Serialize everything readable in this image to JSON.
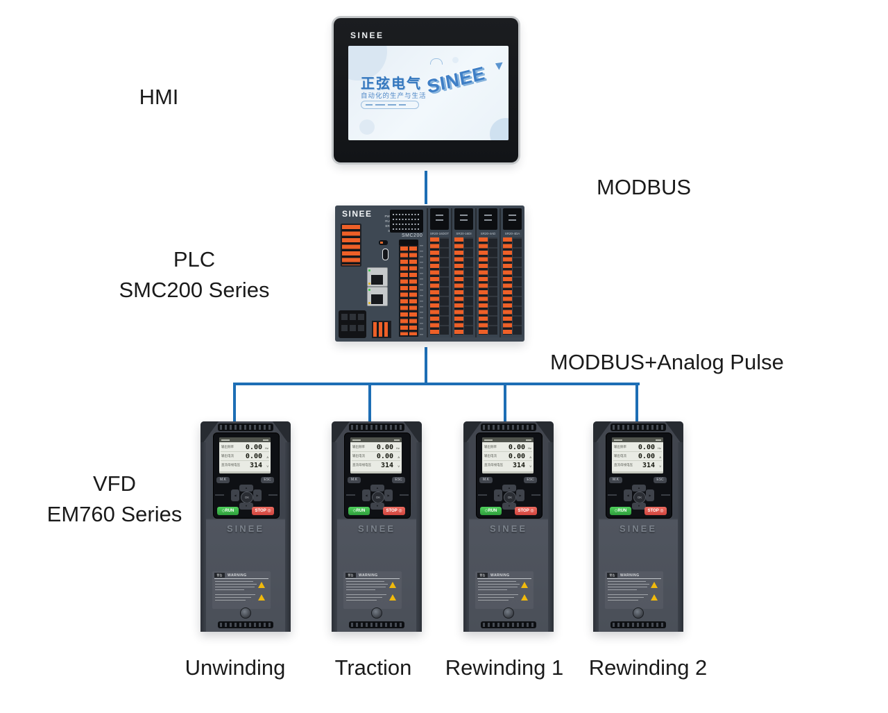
{
  "colors": {
    "connection_line": "#1d6eb5",
    "label_text": "#1a1a1a",
    "plc_terminal_orange": "#ee6028",
    "vfd_run_green": "#3fbf4e",
    "vfd_stop_red": "#e2574f",
    "hmi_accent_blue": "#3a7cc4"
  },
  "labels": {
    "hmi": "HMI",
    "modbus": "MODBUS",
    "plc_title": "PLC",
    "plc_series": "SMC200 Series",
    "modbus_analog_pulse": "MODBUS+Analog Pulse",
    "vfd_title": "VFD",
    "vfd_series": "EM760 Series"
  },
  "hmi": {
    "brand": "SINEE",
    "screen_title": "正弦电气",
    "screen_subtitle": "自动化的生产与生活",
    "screen_logo": "SINEE"
  },
  "plc": {
    "brand": "SINEE",
    "model": "SMC200",
    "status_leds": [
      "PWR",
      "RUN",
      "ERR",
      "SF"
    ],
    "modules": [
      "SR20-16DOT",
      "SR20-16DI",
      "SR20-4AD",
      "SR20-4DA"
    ]
  },
  "vfd": {
    "brand": "SINEE",
    "display_rows": [
      {
        "label": "输出频率",
        "value": "0.00",
        "unit": "Hz"
      },
      {
        "label": "输出电流",
        "value": "0.00",
        "unit": "A"
      },
      {
        "label": "直流母线电压",
        "value": "314",
        "unit": "V"
      }
    ],
    "keypad": {
      "mk": "M.K",
      "esc": "ESC",
      "ok": "OK",
      "up": "▲",
      "down": "▼",
      "left": "◀",
      "right": "▶",
      "run_icon": "◇",
      "run": "RUN",
      "stop": "STOP",
      "stop_icon": "◎"
    },
    "warning_badge": "警告",
    "warning_title": "WARNING"
  },
  "vfd_units": [
    {
      "name": "Unwinding"
    },
    {
      "name": "Traction"
    },
    {
      "name": "Rewinding 1"
    },
    {
      "name": "Rewinding 2"
    }
  ]
}
